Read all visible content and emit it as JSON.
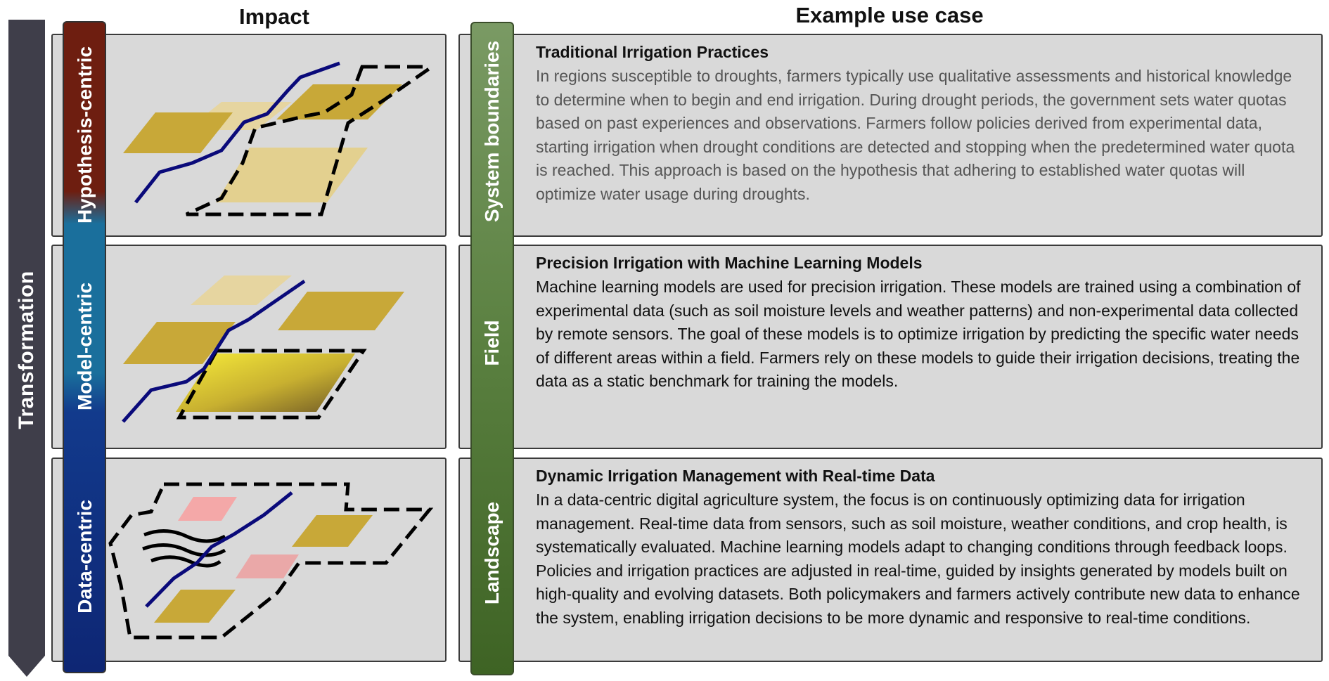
{
  "headers": {
    "impact": "Impact",
    "use_case": "Example use case"
  },
  "transformation_label": "Transformation",
  "impact_levels": [
    {
      "label": "Hypothesis-centric",
      "color": "#6e1e10"
    },
    {
      "label": "Model-centric",
      "color": "#1a6f9c"
    },
    {
      "label": "Data-centric",
      "color": "#0e2674"
    }
  ],
  "contexts": [
    {
      "label": "System boundaries"
    },
    {
      "label": "Field"
    },
    {
      "label": "Landscape"
    }
  ],
  "colors": {
    "panel_bg": "#d9d9d9",
    "field_gold": "#c8a838",
    "field_light": "#e6d5a0",
    "field_pink": "#f4a8a8",
    "path_navy": "#0a0a7a",
    "arrow_gray": "#3f3e4a"
  },
  "use_cases": [
    {
      "title": "Traditional Irrigation Practices",
      "body": "In regions susceptible to droughts, farmers typically use qualitative assessments and historical knowledge to determine when to begin and end irrigation. During drought periods, the government sets water quotas based on past experiences and observations. Farmers follow policies derived from experimental data, starting irrigation when drought conditions are detected and stopping when the predetermined water quota is reached. This approach is based on the hypothesis that adhering to established water quotas will optimize water usage during droughts."
    },
    {
      "title": "Precision Irrigation with Machine Learning Models",
      "body": "Machine learning models are used for precision irrigation. These models are trained using a combination of experimental data (such as soil moisture levels and weather patterns) and non-experimental data collected by remote sensors. The goal of these models is to optimize irrigation by predicting the specific water needs of different areas within a field. Farmers rely on these models to guide their irrigation decisions, treating the data as a static benchmark for training the models."
    },
    {
      "title": "Dynamic Irrigation Management with Real-time Data",
      "body": "In a data-centric digital agriculture system, the focus is on continuously optimizing data for irrigation management. Real-time data from sensors, such as soil moisture, weather conditions, and crop health, is systematically evaluated. Machine learning models adapt to changing conditions through feedback loops. Policies and irrigation practices are adjusted in real-time, guided by insights generated by models built on high-quality and evolving datasets. Both policymakers and farmers actively contribute new data to enhance the system, enabling irrigation decisions to be more dynamic and responsive to real-time conditions."
    }
  ]
}
